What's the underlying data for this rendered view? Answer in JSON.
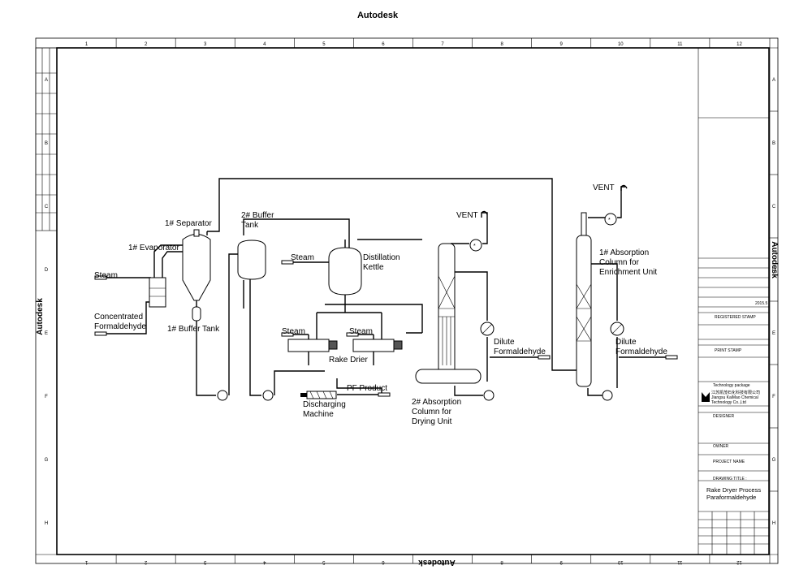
{
  "header_title": "Autodesk",
  "side_labels": {
    "left": "Autodesk",
    "right": "Autodesk",
    "bottom": "Autodesk"
  },
  "grid": {
    "columns": [
      "1",
      "2",
      "3",
      "4",
      "5",
      "6",
      "7",
      "8",
      "9",
      "10",
      "11",
      "12"
    ],
    "rows": [
      "A",
      "B",
      "C",
      "D",
      "E",
      "F",
      "G",
      "H"
    ]
  },
  "labels": {
    "separator": "1# Separator",
    "evaporator": "1# Evaporator",
    "steam_1": "Steam",
    "concentrated_1": "Concentrated",
    "concentrated_2": "Formaldehyde",
    "buffer_tank_1": "1# Buffer Tank",
    "buffer_tank_2_a": "2# Buffer",
    "buffer_tank_2_b": "Tank",
    "steam_2": "Steam",
    "distillation_a": "Distillation",
    "distillation_b": "Kettle",
    "steam_3": "Steam",
    "steam_4": "Steam",
    "rake_drier": "Rake Drier",
    "pf_product": "PF Product",
    "discharging_a": "Discharging",
    "discharging_b": "Machine",
    "vent_1": "VENT",
    "absorption_2_a": "2# Absorption",
    "absorption_2_b": "Column for",
    "absorption_2_c": "Drying Unit",
    "dilute_1_a": "Dilute",
    "dilute_1_b": "Formaldehyde",
    "vent_2": "VENT",
    "absorption_1_a": "1# Absorption",
    "absorption_1_b": "Column for",
    "absorption_1_c": "Enrichment Unit",
    "dilute_2_a": "Dilute",
    "dilute_2_b": "Formaldehyde"
  },
  "title_block": {
    "date": "2015.5",
    "registered_stamp": "REGISTERED STAMP",
    "print_stamp": "PRINT STAMP",
    "technology_package": "Technology package",
    "company_cn": "江苏凯茂石化科技有限公司",
    "company_en_1": "Jiangsu KaiMao Chemical",
    "company_en_2": "Technology Co.,Ltd",
    "designer": "DESIGNER",
    "owner": "OWNER",
    "project_name": "PROJECT NAME",
    "drawing_title": "DRAWING TITLE :",
    "drawing_title_1": "Rake Dryer Process",
    "drawing_title_2": "Paraformaldehyde"
  }
}
